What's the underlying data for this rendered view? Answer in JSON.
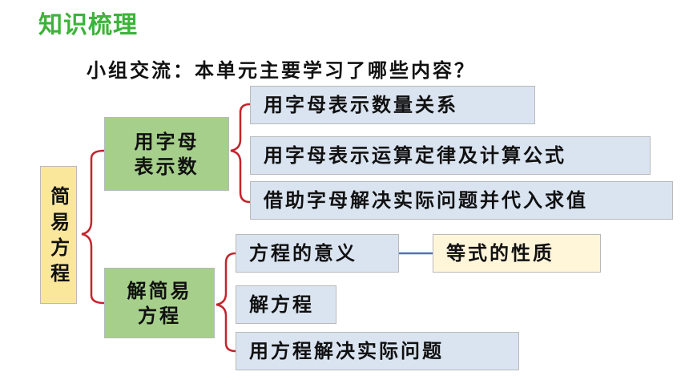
{
  "header": {
    "title": "知识梳理",
    "question": "小组交流：本单元主要学习了哪些内容？"
  },
  "diagram": {
    "root": "简易方程",
    "branch1": {
      "label_line1": "用字母",
      "label_line2": "表示数",
      "items": [
        "用字母表示数量关系",
        "用字母表示运算定律及计算公式",
        "借助字母解决实际问题并代入求值"
      ]
    },
    "branch2": {
      "label_line1": "解简易",
      "label_line2": "方程",
      "items": [
        "方程的意义",
        "解方程",
        "用方程解决实际问题"
      ],
      "linked": "等式的性质"
    }
  },
  "colors": {
    "title": "#3db33a",
    "root_fill": "#fbe79c",
    "branch_fill": "#a6cf8b",
    "leaf_fill": "#dae4f1",
    "linked_fill": "#fff6da",
    "bracket": "#c4242c",
    "connector": "#4a74b5"
  }
}
